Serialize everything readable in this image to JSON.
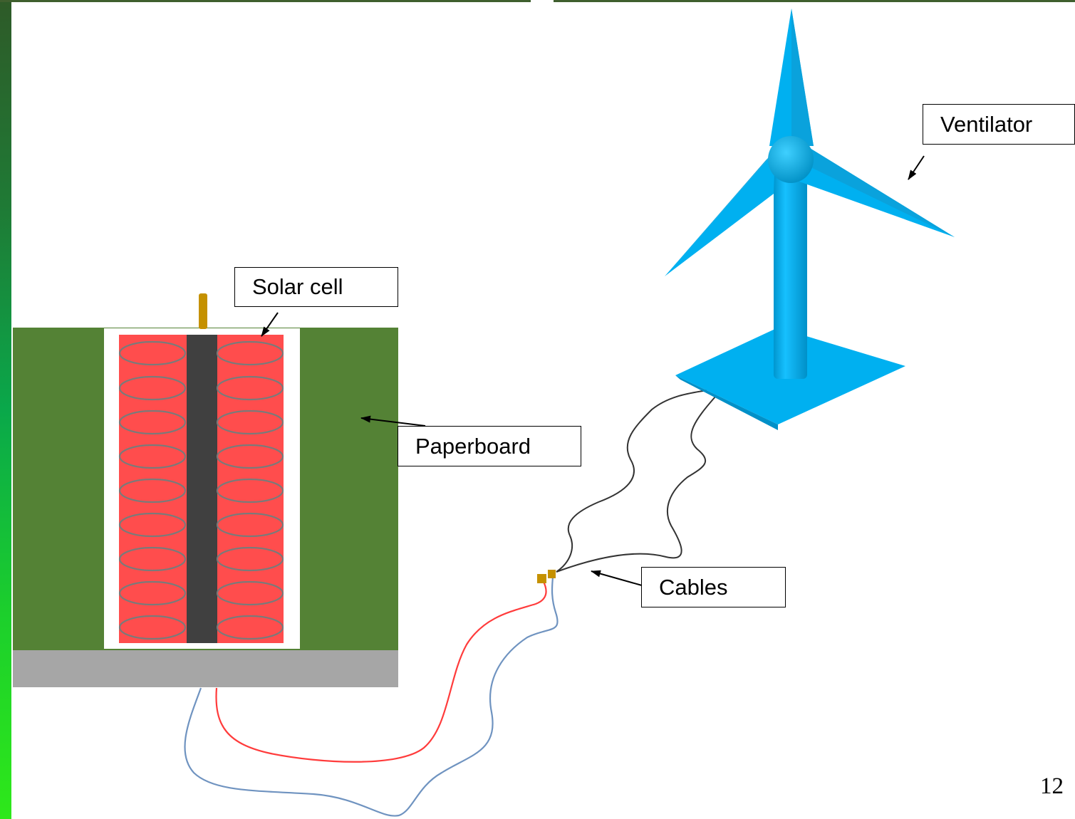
{
  "labels": {
    "solar_cell": "Solar cell",
    "paperboard": "Paperboard",
    "cables": "Cables",
    "ventilator": "Ventilator"
  },
  "page_number": "12",
  "colors": {
    "paperboard": "#548235",
    "solar_cell": "#ff4d4d",
    "turbine": "#00b0f0",
    "base": "#a6a6a6",
    "red_cable": "#ff3b3b",
    "blue_cable": "#6f93c0",
    "black_cable": "#333333",
    "connector": "#c59100"
  }
}
